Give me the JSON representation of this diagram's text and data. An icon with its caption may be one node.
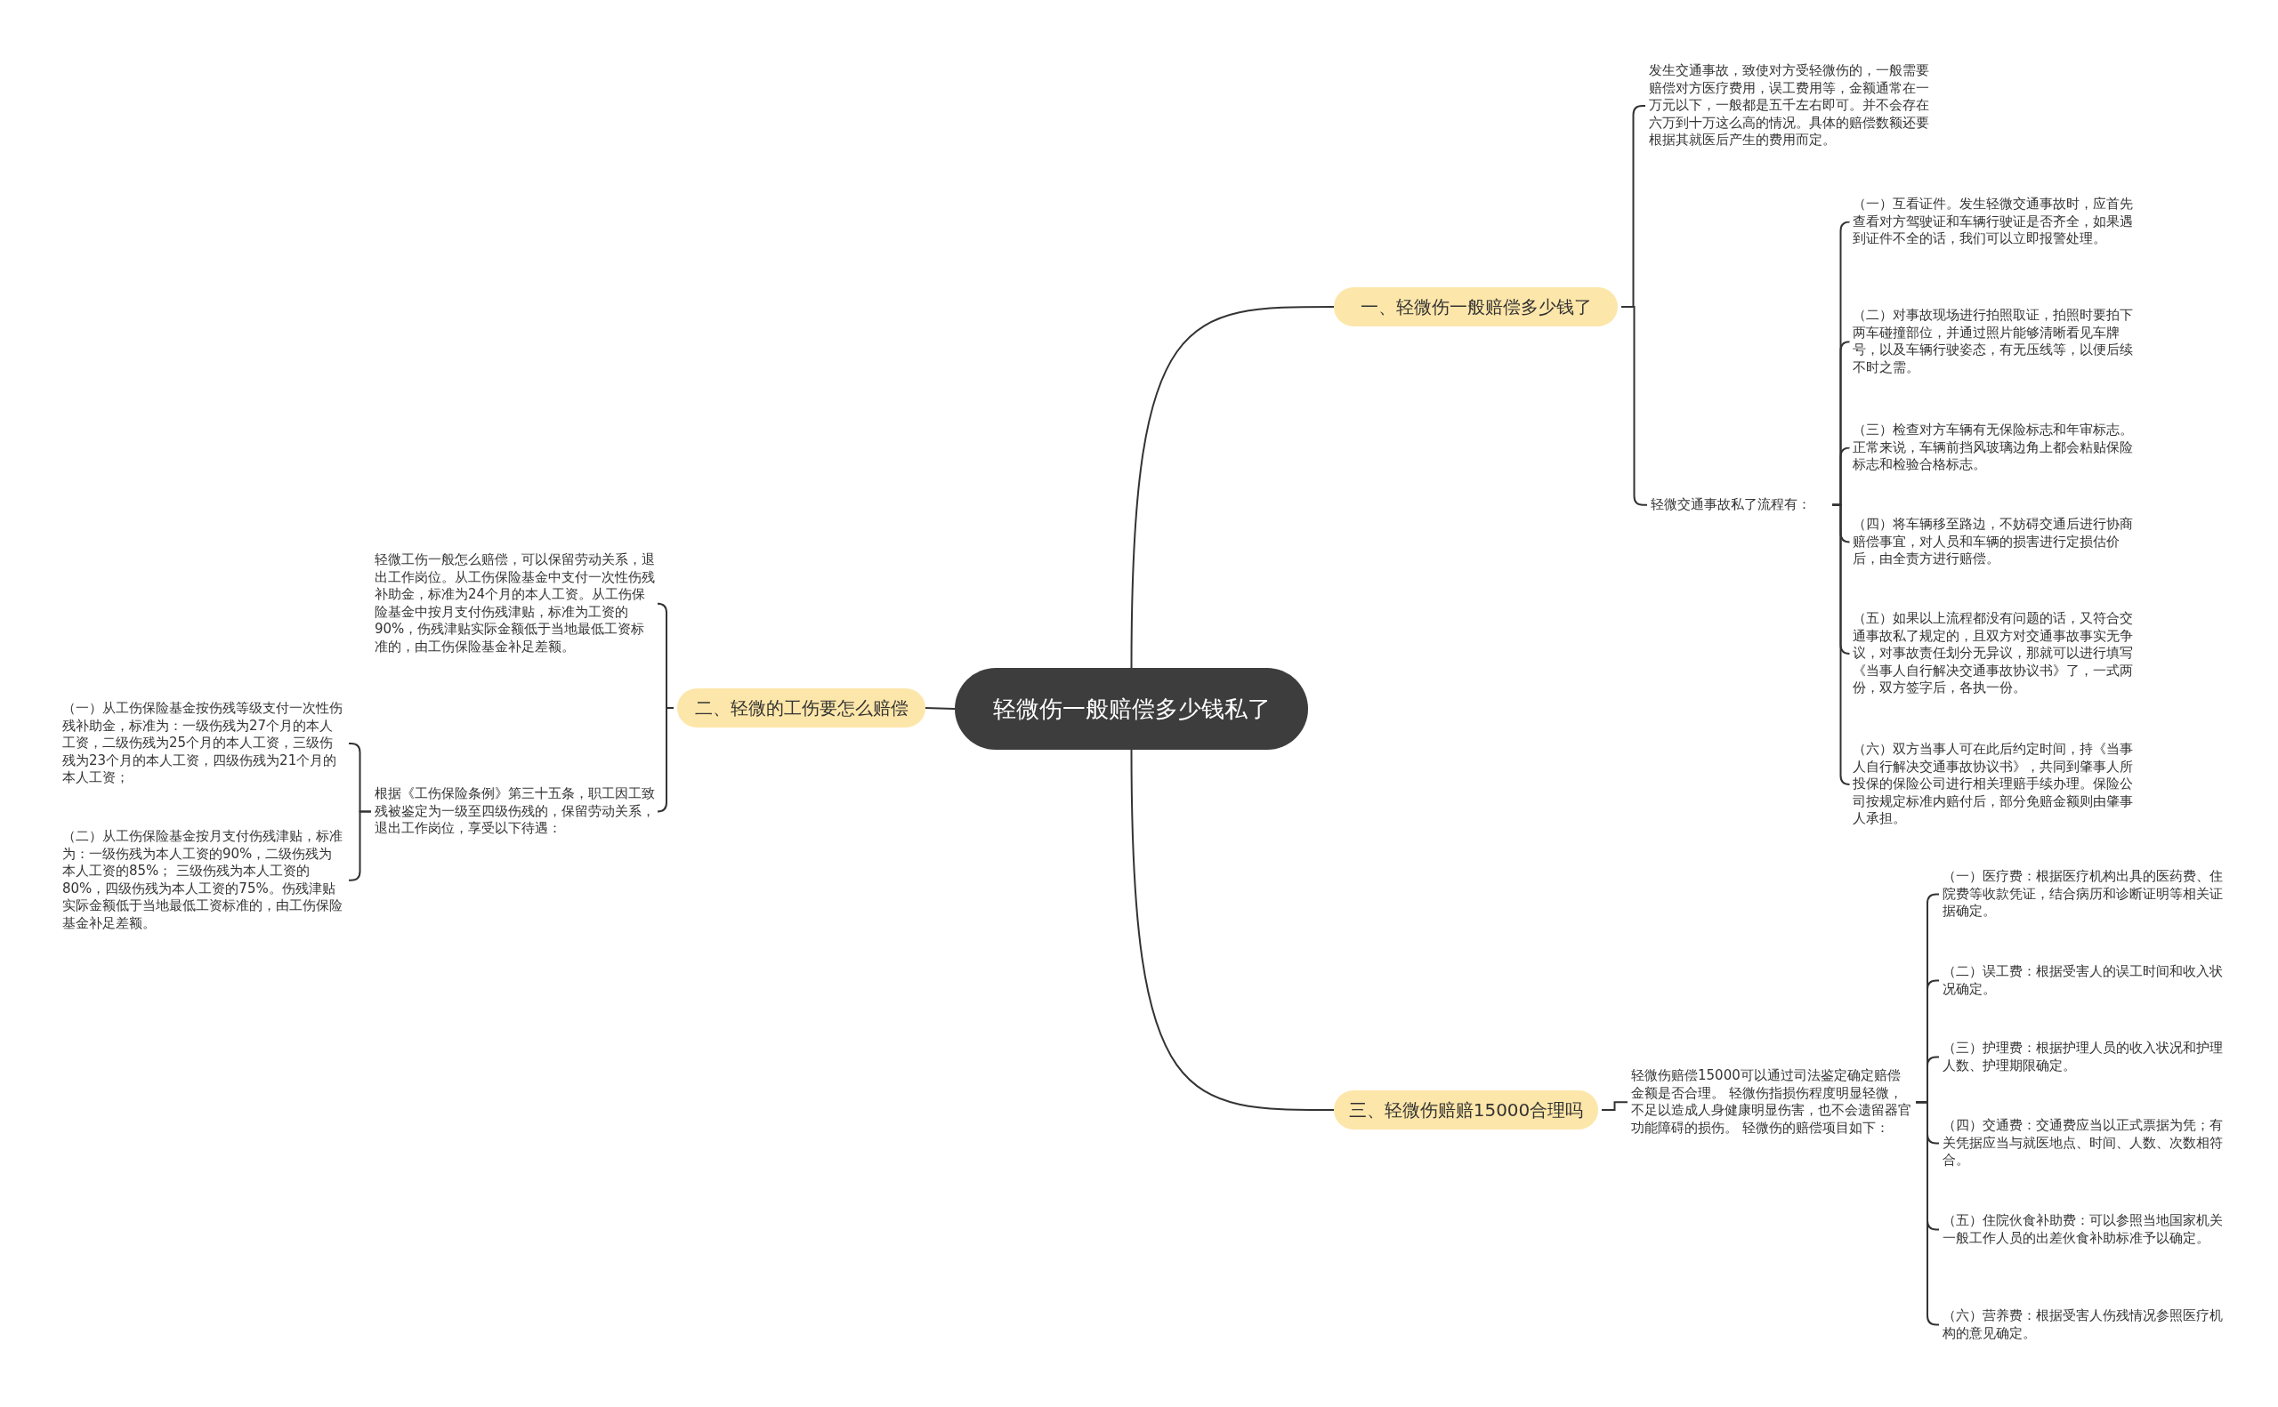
{
  "diagram": {
    "nodes": [
      {
        "text": [
          "轻微伤一般赔偿多少钱私了"
        ]
      },
      {
        "text": [
          "一、轻微伤一般赔偿多少钱了"
        ]
      },
      {
        "text": [
          "发生交通事故，致使对方受轻微伤的，一般需要赔偿对方医疗费用，误工费用等，金额通常在一万元以下，一般都是五千左右即可。并不会存在六万到十万这么高的情况。具体的赔偿数额还要根据其就医后产生的费用而定。"
        ]
      },
      {
        "text": [
          "轻微交通事故私了流程有："
        ]
      },
      {
        "text": [
          "（一）互看证件。发生轻微交通事故时，应首先查看对方驾驶证和车辆行驶证是否齐全，如果遇到证件不全的话，我们可以立即报警处理。"
        ]
      },
      {
        "text": [
          "（二）对事故现场进行拍照取证，拍照时要拍下两车碰撞部位，并通过照片能够清晰看见车牌号，以及车辆行驶姿态，有无压线等，以便后续不时之需。"
        ]
      },
      {
        "text": [
          "（三）检查对方车辆有无保险标志和年审标志。正常来说，车辆前挡风玻璃边角上都会粘贴保险标志和检验合格标志。"
        ]
      },
      {
        "text": [
          "（四）将车辆移至路边，不妨碍交通后进行协商赔偿事宜，对人员和车辆的损害进行定损估价后，由全责方进行赔偿。"
        ]
      },
      {
        "text": [
          "（五）如果以上流程都没有问题的话，又符合交通事故私了规定的，且双方对交通事故事实无争议，对事故责任划分无异议，那就可以进行填写《当事人自行解决交通事故协议书》了，一式两份，双方签字后，各执一份。"
        ]
      },
      {
        "text": [
          "（六）双方当事人可在此后约定时间，持《当事人自行解决交通事故协议书》，共同到肇事人所投保的保险公司进行相关理赔手续办理。保险公司按规定标准内赔付后，部分免赔金额则由肇事人承担。"
        ]
      },
      {
        "text": [
          "二、轻微的工伤要怎么赔偿"
        ]
      },
      {
        "text": [
          "轻微工伤一般怎么赔偿，可以保留劳动关系，退出工作岗位。从工伤保险基金中支付一次性伤残补助金，标准为24个月的本人工资。从工伤保险基金中按月支付伤残津贴，标准为工资的90%，伤残津贴实际金额低于当地最低工资标准的，由工伤保险基金补足差额。"
        ]
      },
      {
        "text": [
          "根据《工伤保险条例》第三十五条，职工因工致残被鉴定为一级至四级伤残的，保留劳动关系，退出工作岗位，享受以下待遇："
        ]
      },
      {
        "text": [
          "（一）从工伤保险基金按伤残等级支付一次性伤残补助金，标准为：一级伤残为27个月的本人工资，二级伤残为25个月的本人工资，三级伤残为23个月的本人工资，四级伤残为21个月的本人工资；"
        ]
      },
      {
        "text": [
          "（二）从工伤保险基金按月支付伤残津贴，标准为：一级伤残为本人工资的90%，二级伤残为本人工资的85%； 三级伤残为本人工资的80%，四级伤残为本人工资的75%。伤残津贴实际金额低于当地最低工资标准的，由工伤保险基金补足差额。"
        ]
      },
      {
        "text": [
          "三、轻微伤赔赔15000合理吗"
        ]
      },
      {
        "text": [
          "轻微伤赔偿15000可以通过司法鉴定确定赔偿金额是否合理。 轻微伤指损伤程度明显轻微，不足以造成人身健康明显伤害，也不会遗留器官功能障碍的损伤。 轻微伤的赔偿项目如下："
        ]
      },
      {
        "text": [
          "（一）医疗费：根据医疗机构出具的医药费、住院费等收款凭证，结合病历和诊断证明等相关证据确定。"
        ]
      },
      {
        "text": [
          "（二）误工费：根据受害人的误工时间和收入状况确定。"
        ]
      },
      {
        "text": [
          "（三）护理费：根据护理人员的收入状况和护理人数、护理期限确定。"
        ]
      },
      {
        "text": [
          "（四）交通费：交通费应当以正式票据为凭；有关凭据应当与就医地点、时间、人数、次数相符合。"
        ]
      },
      {
        "text": [
          "（五）住院伙食补助费：可以参照当地国家机关一般工作人员的出差伙食补助标准予以确定。"
        ]
      },
      {
        "text": [
          "（六）营养费：根据受害人伤残情况参照医疗机构的意见确定。"
        ]
      }
    ],
    "edges": [
      {
        "from": 0,
        "to": 1,
        "arrow": "none"
      },
      {
        "from": 1,
        "to": 2,
        "arrow": "none"
      },
      {
        "from": 1,
        "to": 3,
        "arrow": "none"
      },
      {
        "from": 3,
        "to": 4,
        "arrow": "none"
      },
      {
        "from": 3,
        "to": 5,
        "arrow": "none"
      },
      {
        "from": 3,
        "to": 6,
        "arrow": "none"
      },
      {
        "from": 3,
        "to": 7,
        "arrow": "none"
      },
      {
        "from": 3,
        "to": 8,
        "arrow": "none"
      },
      {
        "from": 3,
        "to": 9,
        "arrow": "none"
      },
      {
        "from": 0,
        "to": 10,
        "arrow": "none"
      },
      {
        "from": 10,
        "to": 11,
        "arrow": "none"
      },
      {
        "from": 10,
        "to": 12,
        "arrow": "none"
      },
      {
        "from": 12,
        "to": 13,
        "arrow": "none"
      },
      {
        "from": 12,
        "to": 14,
        "arrow": "none"
      },
      {
        "from": 0,
        "to": 15,
        "arrow": "none"
      },
      {
        "from": 15,
        "to": 16,
        "arrow": "none"
      },
      {
        "from": 16,
        "to": 17,
        "arrow": "none"
      },
      {
        "from": 16,
        "to": 18,
        "arrow": "none"
      },
      {
        "from": 16,
        "to": 19,
        "arrow": "none"
      },
      {
        "from": 16,
        "to": 20,
        "arrow": "none"
      },
      {
        "from": 16,
        "to": 21,
        "arrow": "none"
      },
      {
        "from": 16,
        "to": 22,
        "arrow": "none"
      }
    ]
  }
}
